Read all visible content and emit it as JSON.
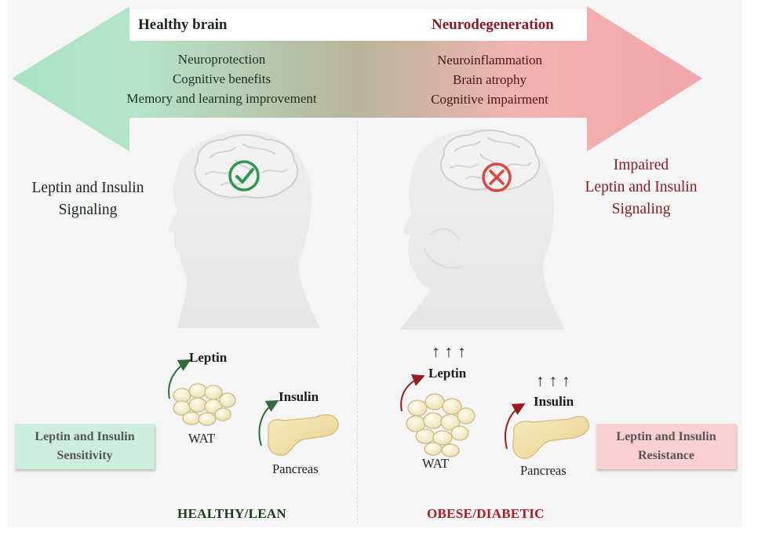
{
  "banner": {
    "left_title": "Healthy brain",
    "right_title": "Neurodegeneration",
    "left_effects": [
      "Neuroprotection",
      "Cognitive benefits",
      "Memory and learning improvement"
    ],
    "right_effects": [
      "Neuroinflammation",
      "Brain atrophy",
      "Cognitive impairment"
    ],
    "colors": {
      "healthy": "#a8e3c3",
      "disease": "#f2a6aa",
      "disease_text": "#8b1a1f"
    }
  },
  "left_panel": {
    "signaling_lines": [
      "Leptin and Insulin",
      "Signaling"
    ],
    "brain_icon": "check-icon",
    "leptin_label": "Leptin",
    "insulin_label": "Insulin",
    "wat_label": "WAT",
    "pancreas_label": "Pancreas",
    "sensitivity_lines": [
      "Leptin and Insulin",
      "Sensitivity"
    ],
    "state_label": "HEALTHY/LEAN",
    "colors": {
      "icon": "#2e9a4b",
      "box": "#cdeedc",
      "state": "#1e3a1e",
      "arrow": "#2f6b3c"
    }
  },
  "right_panel": {
    "signaling_lines": [
      "Impaired",
      "Leptin and Insulin",
      "Signaling"
    ],
    "brain_icon": "cross-icon",
    "leptin_label": "Leptin",
    "insulin_label": "Insulin",
    "up_arrows": "↑↑↑",
    "wat_label": "WAT",
    "pancreas_label": "Pancreas",
    "resistance_lines": [
      "Leptin and Insulin",
      "Resistance"
    ],
    "state_label": "OBESE/DIABETIC",
    "colors": {
      "icon": "#d9473f",
      "box": "#f8d0d2",
      "state": "#b0191e",
      "arrow": "#9a1b1f"
    }
  }
}
